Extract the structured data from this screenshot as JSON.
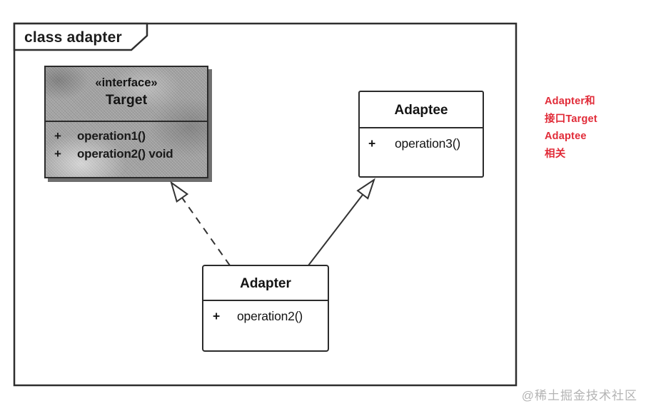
{
  "frame": {
    "title": "class adapter"
  },
  "diagram": {
    "classes": {
      "target": {
        "stereotype": "«interface»",
        "name": "Target",
        "operations": [
          {
            "visibility": "+",
            "signature": "operation1()"
          },
          {
            "visibility": "+",
            "signature": "operation2() void"
          }
        ]
      },
      "adaptee": {
        "name": "Adaptee",
        "operations": [
          {
            "visibility": "+",
            "signature": "operation3()"
          }
        ]
      },
      "adapter": {
        "name": "Adapter",
        "operations": [
          {
            "visibility": "+",
            "signature": "operation2()"
          }
        ]
      }
    },
    "relationships": [
      {
        "type": "realization",
        "from": "Adapter",
        "to": "Target",
        "line": "dashed",
        "arrowhead": "hollow-triangle"
      },
      {
        "type": "generalization",
        "from": "Adapter",
        "to": "Adaptee",
        "line": "solid",
        "arrowhead": "hollow-triangle"
      }
    ]
  },
  "annotation": {
    "lines": [
      "Adapter和",
      "接口Target",
      "Adaptee",
      "相关"
    ],
    "color": "#e12b38"
  },
  "watermark": {
    "text": "@稀土掘金技术社区",
    "color": "#b4b4b4"
  },
  "colors": {
    "line": "#2e2e2e",
    "target_fill": "#a5a5a5",
    "box_background": "#ffffff",
    "target_shadow": "#4b4b4b"
  }
}
